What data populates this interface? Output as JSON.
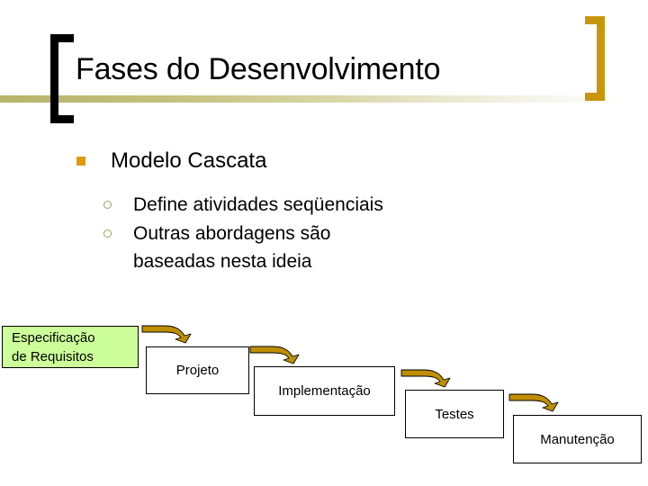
{
  "slide": {
    "title": "Fases do Desenvolvimento",
    "bullets": {
      "level1": {
        "label": "Modelo Cascata",
        "marker": "square-bullet"
      },
      "level2": [
        {
          "label": "Define atividades seqüenciais",
          "marker": "circle-bullet"
        },
        {
          "label": "Outras abordagens são",
          "label_continuation": "baseadas nesta ideia",
          "marker": "circle-bullet"
        }
      ]
    }
  },
  "diagram": {
    "name": "waterfall-model",
    "phases": [
      {
        "label": "Especificação\nde Requisitos",
        "fill": "#ccff99",
        "stroke": "#000000"
      },
      {
        "label": "Projeto",
        "fill": "#ffffff",
        "stroke": "#000000"
      },
      {
        "label": "Implementação",
        "fill": "#ffffff",
        "stroke": "#000000"
      },
      {
        "label": "Testes",
        "fill": "#ffffff",
        "stroke": "#000000"
      },
      {
        "label": "Manutenção",
        "fill": "#ffffff",
        "stroke": "#000000"
      }
    ],
    "arrows": [
      {
        "from": "Especificação de Requisitos",
        "to": "Projeto"
      },
      {
        "from": "Projeto",
        "to": "Implementação"
      },
      {
        "from": "Implementação",
        "to": "Testes"
      },
      {
        "from": "Testes",
        "to": "Manutenção"
      }
    ],
    "arrow_color": "#bf8f00",
    "arrow_stroke": "#000000"
  },
  "theme": {
    "title_bracket_left_color": "#000000",
    "title_bracket_right_color": "#c8960c",
    "title_rule_color": "#b7b36a",
    "square_bullet_color": "#e09a10",
    "circle_bullet_color": "#9f9f5a",
    "text_color": "#000000",
    "background": "#ffffff"
  }
}
